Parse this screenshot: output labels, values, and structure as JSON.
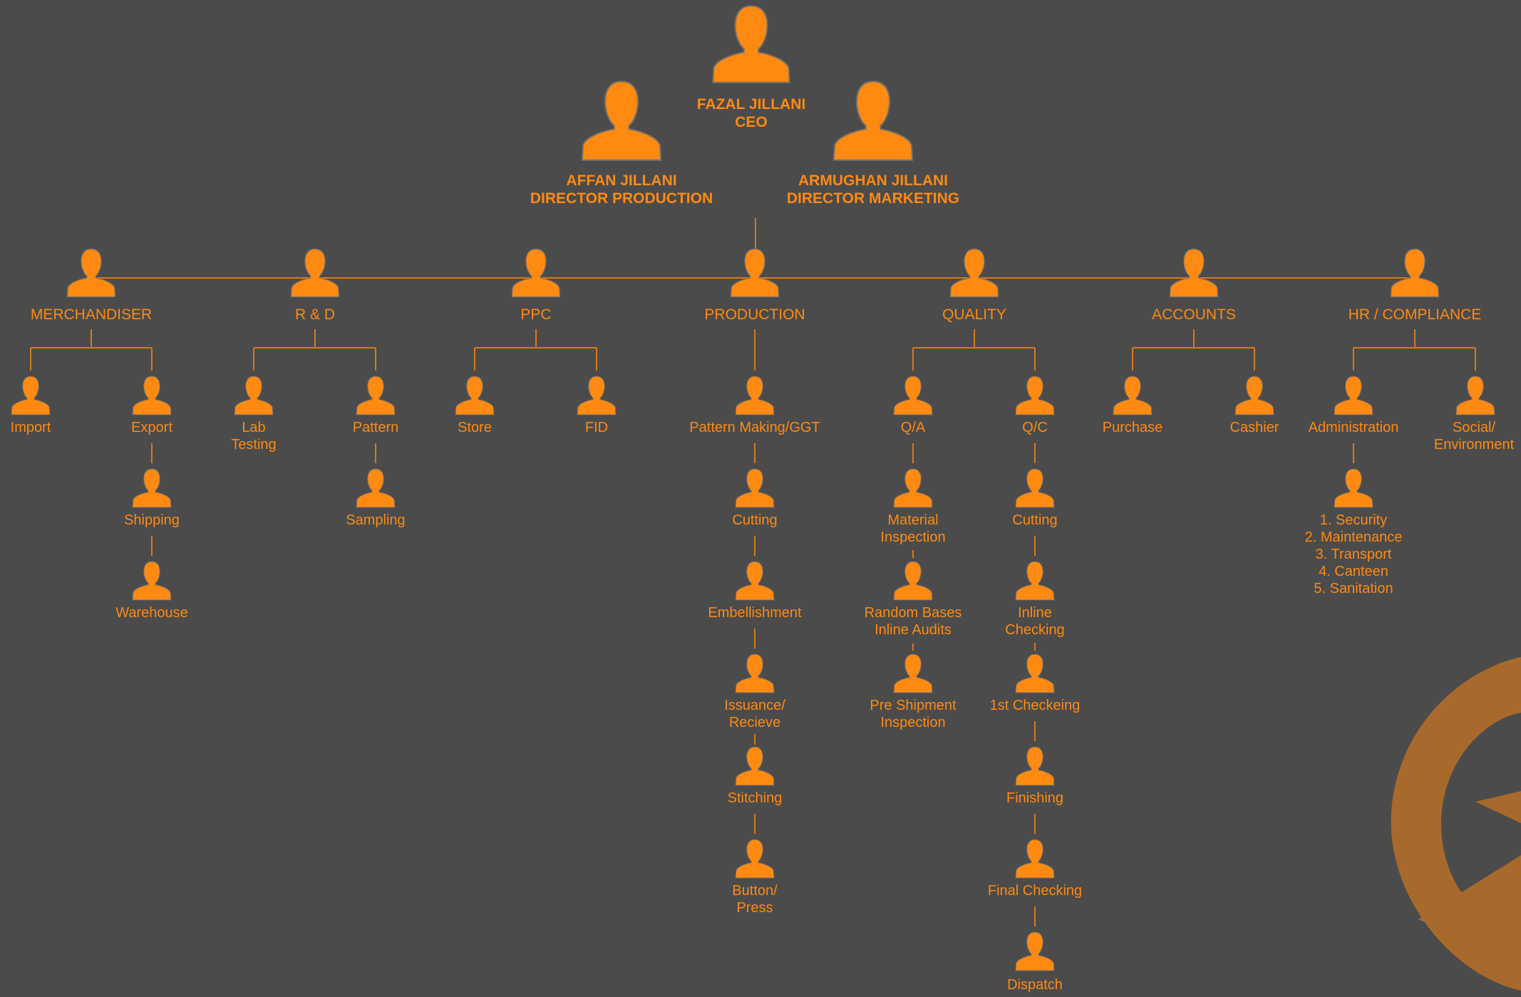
{
  "executives": {
    "ceo": "FAZAL JILLANI\nCEO",
    "director_production": "AFFAN JILLANI\nDIRECTOR PRODUCTION",
    "director_marketing": "ARMUGHAN JILLANI\nDIRECTOR MARKETING"
  },
  "departments": {
    "merchandiser": {
      "name": "MERCHANDISER",
      "import": "Import",
      "export": "Export",
      "shipping": "Shipping",
      "warehouse": "Warehouse"
    },
    "rnd": {
      "name": "R & D",
      "lab_testing": "Lab\nTesting",
      "pattern": "Pattern",
      "sampling": "Sampling"
    },
    "ppc": {
      "name": "PPC",
      "store": "Store",
      "fid": "FID"
    },
    "production": {
      "name": "PRODUCTION",
      "steps": [
        "Pattern Making/GGT",
        "Cutting",
        "Embellishment",
        "Issuance/\nRecieve",
        "Stitching",
        "Button/\nPress"
      ]
    },
    "quality": {
      "name": "QUALITY",
      "qa": "Q/A",
      "qa_steps": [
        "Material\nInspection",
        "Random Bases\nInline Audits",
        "Pre Shipment\nInspection"
      ],
      "qc": "Q/C",
      "qc_steps": [
        "Cutting",
        "Inline\nChecking",
        "1st Checkeing",
        "Finishing",
        "Final Checking",
        "Dispatch"
      ]
    },
    "accounts": {
      "name": "ACCOUNTS",
      "purchase": "Purchase",
      "cashier": "Cashier"
    },
    "hr": {
      "name": "HR / COMPLIANCE",
      "administration": "Administration",
      "social": "Social/\nEnvironment",
      "admin_duties": "1. Security\n2. Maintenance\n3. Transport\n4. Canteen\n5. Sanitation"
    }
  },
  "colors": {
    "background": "#4b4b4b",
    "accent": "#ff8a12",
    "line": "#d9791a",
    "logo": "#a86a2c"
  },
  "icons": {
    "person": "person-icon",
    "logo": "company-logo"
  }
}
